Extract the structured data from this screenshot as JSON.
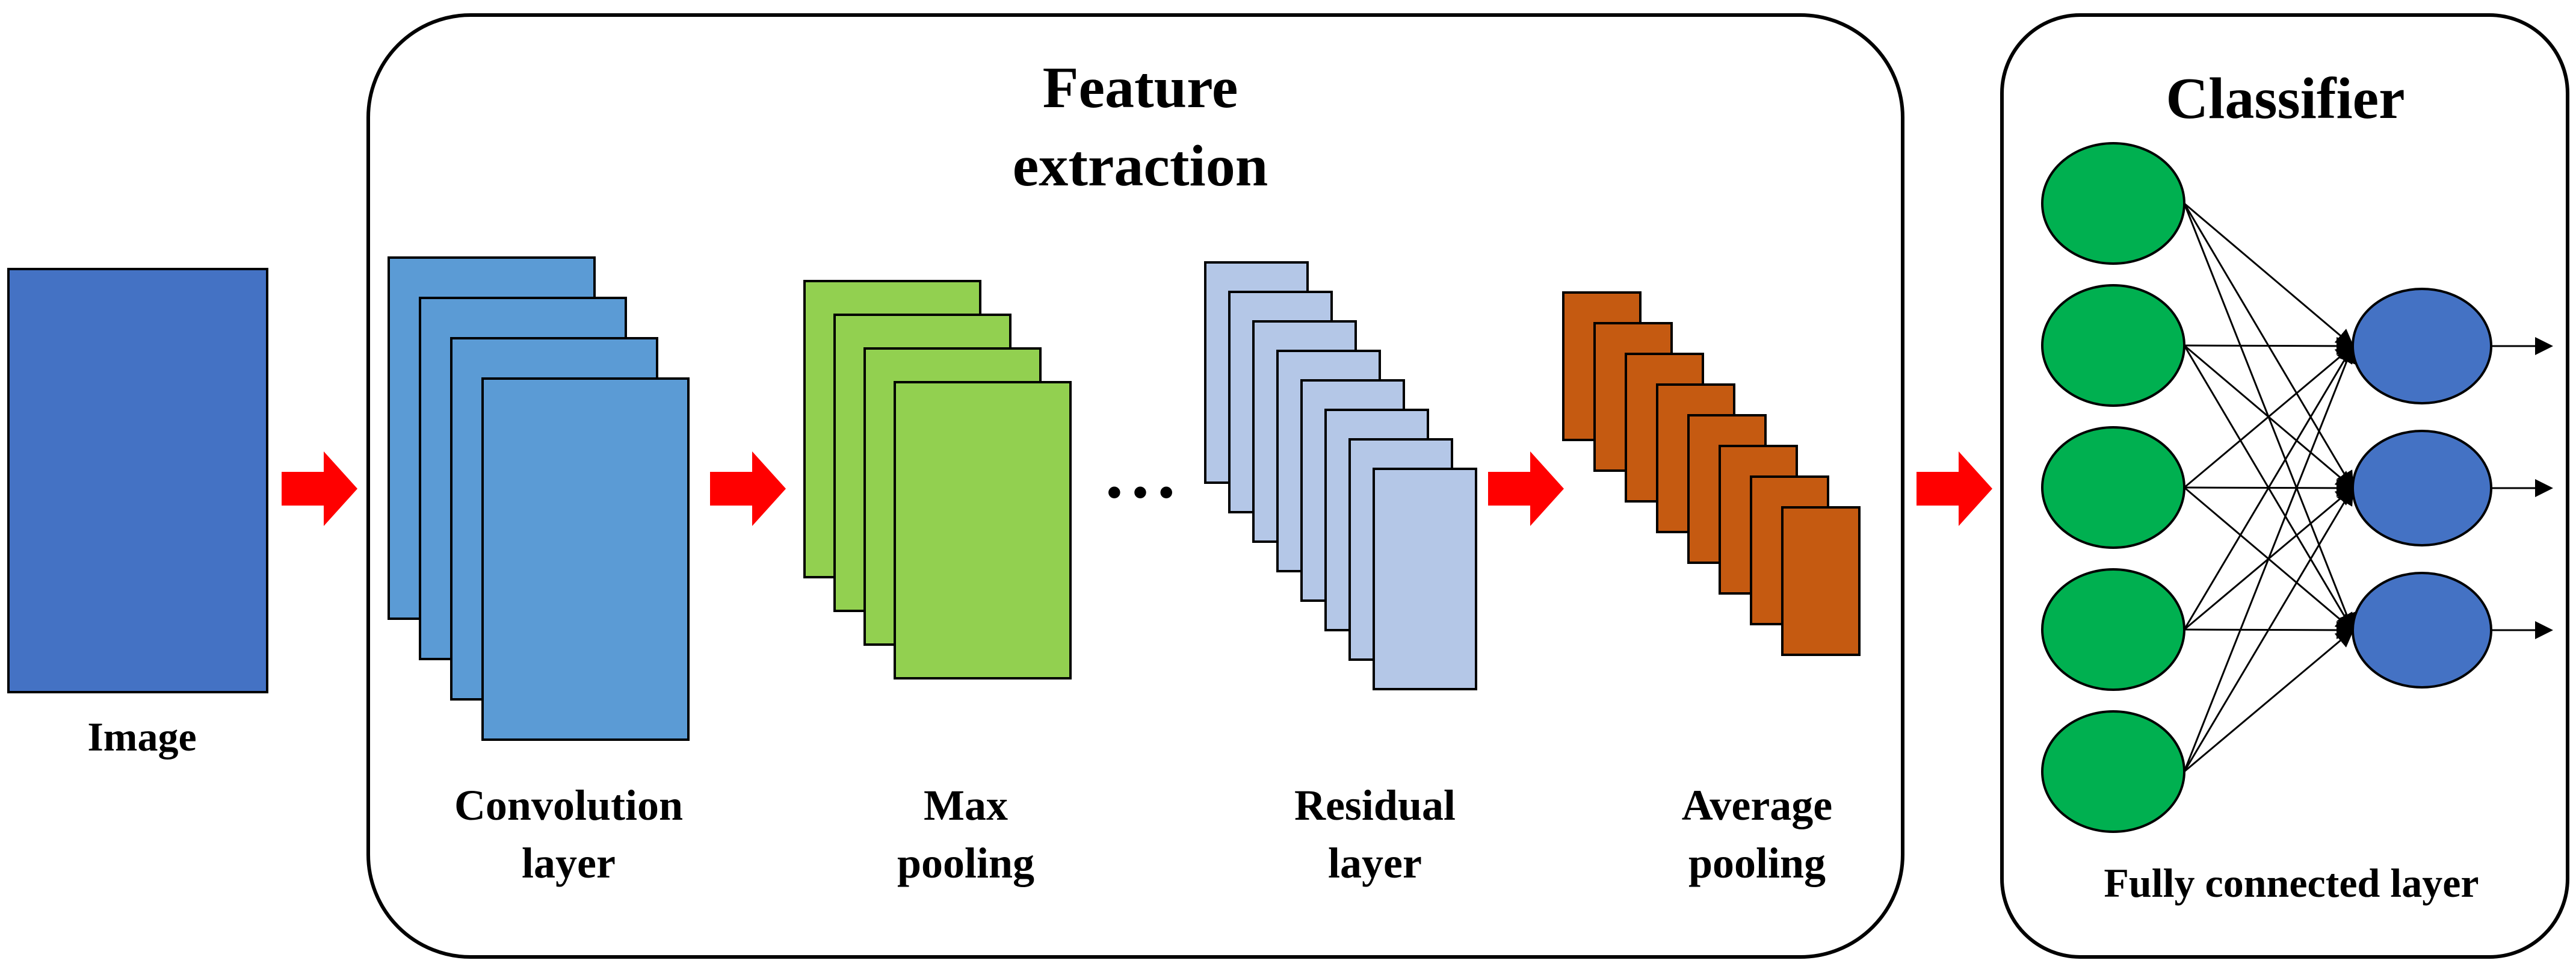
{
  "titles": {
    "feature_extraction_line1": "Feature",
    "feature_extraction_line2": "extraction",
    "classifier": "Classifier"
  },
  "labels": {
    "image": "Image",
    "convolution_line1": "Convolution",
    "convolution_line2": "layer",
    "maxpool_line1": "Max",
    "maxpool_line2": "pooling",
    "ellipsis": "• • •",
    "residual_line1": "Residual",
    "residual_line2": "layer",
    "avgpool_line1": "Average",
    "avgpool_line2": "pooling",
    "fully_connected": "Fully connected layer"
  },
  "stages": [
    {
      "id": "image",
      "maps": 1,
      "color": "#4472C4"
    },
    {
      "id": "convolution",
      "maps": 4,
      "color": "#5B9BD5"
    },
    {
      "id": "max-pooling",
      "maps": 4,
      "color": "#92D050"
    },
    {
      "id": "residual",
      "maps": 8,
      "color": "#B4C7E7"
    },
    {
      "id": "average-pooling",
      "maps": 8,
      "color": "#C55A11"
    }
  ],
  "classifier": {
    "input_nodes": 5,
    "output_nodes": 3,
    "input_color": "#00B050",
    "output_color": "#4472C4"
  },
  "colors": {
    "arrow": "#FF0000",
    "panel_border": "#000000",
    "map_border": "#000000"
  }
}
